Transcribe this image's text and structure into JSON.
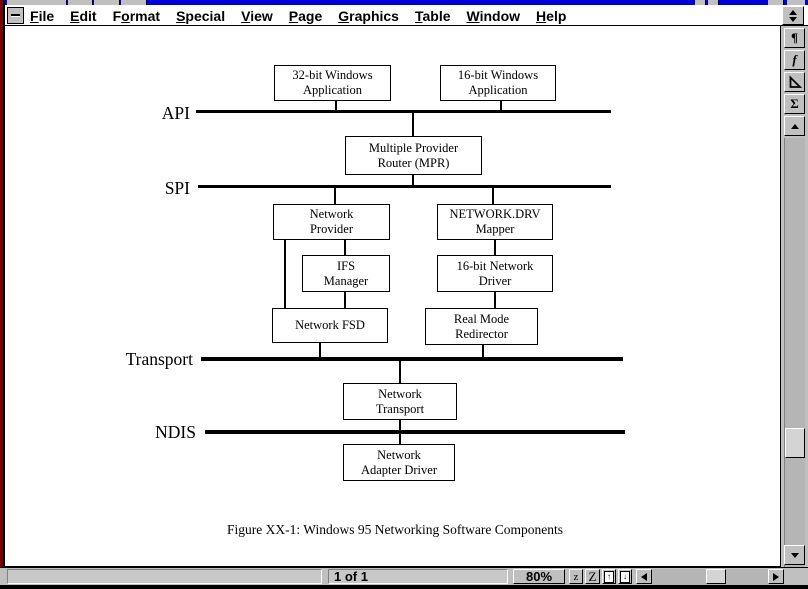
{
  "colors": {
    "titlebar_blue": "#0000dd",
    "chrome_gray": "#c0c0c0",
    "edge_maroon": "#7d0000",
    "diagram_ink": "#000000"
  },
  "menu": {
    "items": [
      {
        "pre": "",
        "key": "F",
        "post": "ile"
      },
      {
        "pre": "",
        "key": "E",
        "post": "dit"
      },
      {
        "pre": "F",
        "key": "o",
        "post": "rmat"
      },
      {
        "pre": "",
        "key": "S",
        "post": "pecial"
      },
      {
        "pre": "",
        "key": "V",
        "post": "iew"
      },
      {
        "pre": "",
        "key": "P",
        "post": "age"
      },
      {
        "pre": "",
        "key": "G",
        "post": "raphics"
      },
      {
        "pre": "",
        "key": "T",
        "post": "able"
      },
      {
        "pre": "",
        "key": "W",
        "post": "indow"
      },
      {
        "pre": "",
        "key": "H",
        "post": "elp"
      }
    ]
  },
  "right_toolbar": {
    "pilcrow_label": "¶",
    "script_f_label": "f",
    "sigma_label": "Σ"
  },
  "statusbar": {
    "page_indicator": "1 of 1",
    "zoom_level": "80%",
    "zoom_out_label": "z",
    "zoom_in_label": "Z"
  },
  "diagram": {
    "boxes": [
      {
        "line1": "32-bit Windows",
        "line2": "Application"
      },
      {
        "line1": "16-bit Windows",
        "line2": "Application"
      },
      {
        "line1": "Multiple Provider",
        "line2": "Router (MPR)"
      },
      {
        "line1": "Network",
        "line2": "Provider"
      },
      {
        "line1": "NETWORK.DRV",
        "line2": "Mapper"
      },
      {
        "line1": "IFS",
        "line2": "Manager"
      },
      {
        "line1": "16-bit Network",
        "line2": "Driver"
      },
      {
        "line1": "Network FSD",
        "line2": ""
      },
      {
        "line1": "Real Mode",
        "line2": "Redirector"
      },
      {
        "line1": "Network",
        "line2": "Transport"
      },
      {
        "line1": "Network",
        "line2": "Adapter Driver"
      }
    ],
    "layers": [
      {
        "label": "API"
      },
      {
        "label": "SPI"
      },
      {
        "label": "Transport"
      },
      {
        "label": "NDIS"
      }
    ],
    "caption": "Figure XX-1: Windows 95 Networking Software Components"
  }
}
